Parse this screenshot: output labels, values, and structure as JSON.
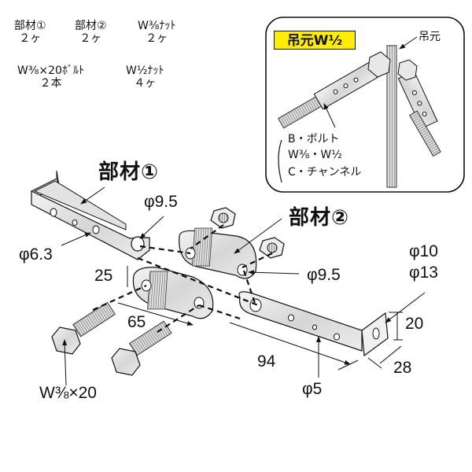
{
  "parts_list": [
    {
      "name": "部材①",
      "qty": "２ヶ"
    },
    {
      "name": "部材②",
      "qty": "２ヶ"
    },
    {
      "name": "W⅜ﾅｯﾄ",
      "qty": "２ヶ"
    },
    {
      "name": "W⅜×20ﾎﾞﾙﾄ",
      "qty": "２本"
    },
    {
      "name": "W½ﾅｯﾄ",
      "qty": "４ヶ"
    }
  ],
  "inset": {
    "tag": "吊元W½",
    "hanger_label": "吊元",
    "compat_lines": [
      "B・ボルト",
      "W⅜・W½",
      "C・チャンネル"
    ]
  },
  "labels": {
    "part1": "部材①",
    "part2": "部材②",
    "hole_part1_end": "φ9.5",
    "hole_part1_small": "φ6.3",
    "hole_part2_end": "φ9.5",
    "hole_flange_a": "φ10",
    "hole_flange_b": "φ13",
    "hole_part2_small": "φ5",
    "bolt_spec": "W⅜×20"
  },
  "dimensions": {
    "width_25": "25",
    "length_65": "65",
    "length_94": "94",
    "height_20": "20",
    "depth_28": "28"
  },
  "colors": {
    "tag_bg": "#ffee00",
    "line": "#111111",
    "metal": "#d8d8d8"
  }
}
